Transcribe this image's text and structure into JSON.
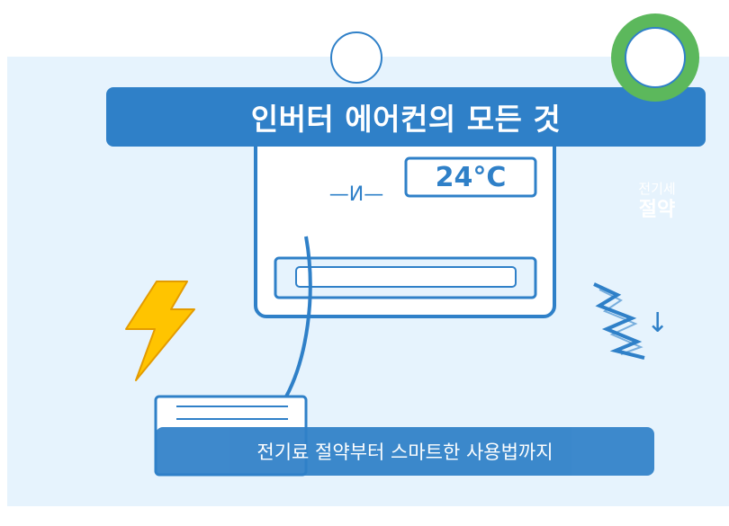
{
  "title": "인버터 에어컨의 모든 것",
  "subtitle": "전기료 절약부터 스마트한 사용법까지",
  "ac_unit": {
    "temperature": "24°C",
    "symbol": "—И—"
  },
  "side_label": {
    "line1": "전기세",
    "line2": "절약"
  },
  "arrow": "↓",
  "colors": {
    "primary_blue": "#2f80c8",
    "panel_background": "#e6f3fd",
    "lightning_yellow": "#ffc400",
    "ring_green": "#5cb85c"
  }
}
